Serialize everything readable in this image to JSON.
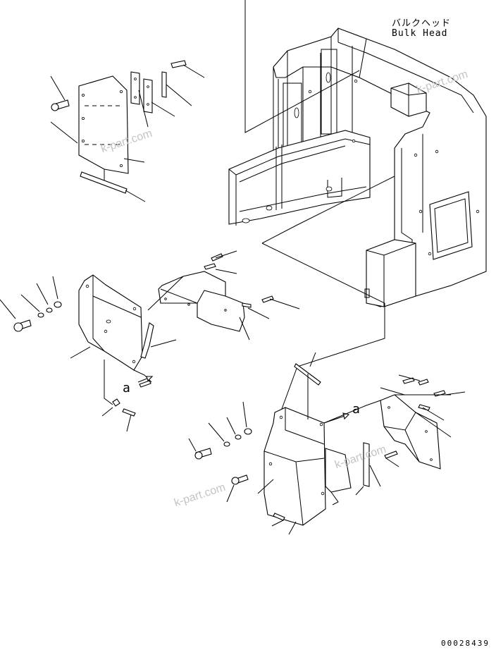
{
  "diagram": {
    "title_jp": "バルクヘッド",
    "title_en": "Bulk Head",
    "view_marker": "a",
    "watermark": "k-part.com",
    "drawing_number": "00028439",
    "colors": {
      "line": "#000000",
      "paper": "#ffffff",
      "watermark": "#c4c4c4"
    }
  }
}
